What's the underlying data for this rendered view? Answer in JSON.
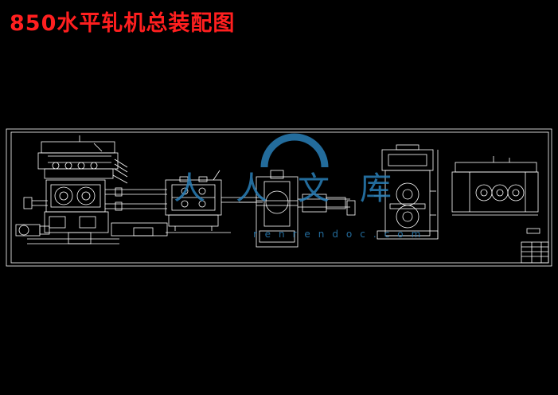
{
  "title": "850水平轧机总装配图",
  "watermark": {
    "chars": "人人文库",
    "url": "renrendoc.com",
    "color": "#2a7fb8"
  },
  "colors": {
    "background": "#000000",
    "title": "#ff1f1f",
    "line": "#ffffff"
  }
}
